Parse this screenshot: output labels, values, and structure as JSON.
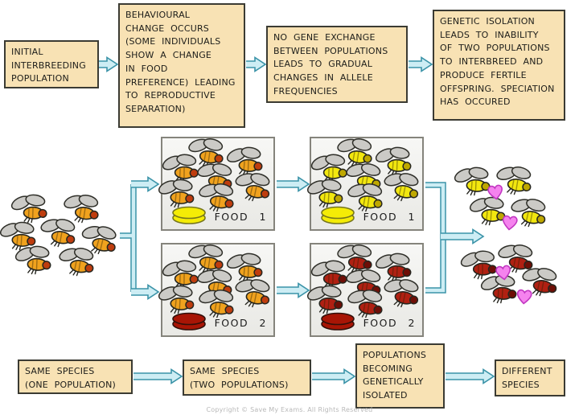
{
  "title": "Sympatric speciation flow diagram",
  "colors": {
    "box_fill": "#F8E2B4",
    "box_border": "#3b3b33",
    "arrow_fill": "#CDEDF4",
    "arrow_border": "#3A93A8",
    "panel_fill": "#F2F2EF",
    "panel_border": "#85847c",
    "wing_gray": "#CBCAC6",
    "orange_fly": "#F0A21E",
    "yellow_fly": "#F2E70F",
    "red_fly": "#B02012",
    "heart_pink": "#F583EE",
    "food1_yellow": "#F4EC06",
    "food2_red": "#A81505"
  },
  "top_flow": [
    {
      "text": "INITIAL\nINTERBREEDING\nPOPULATION"
    },
    {
      "text": "BEHAVIOURAL\nCHANGE OCCURS\n(SOME INDIVIDUALS\nSHOW A CHANGE\nIN FOOD\nPREFERENCE) LEADING\nTO REPRODUCTIVE\nSEPARATION)"
    },
    {
      "text": "NO GENE EXCHANGE\nBETWEEN POPULATIONS\nLEADS TO GRADUAL\nCHANGES IN ALLELE\nFREQUENCIES"
    },
    {
      "text": "GENETIC ISOLATION\nLEADS TO INABILITY\nOF TWO POPULATIONS\nTO INTERBREED AND\nPRODUCE FERTILE\nOFFSPRING. SPECIATION\nHAS OCCURED"
    }
  ],
  "bottom_flow": [
    {
      "text": "SAME SPECIES\n(ONE POPULATION)"
    },
    {
      "text": "SAME SPECIES\n(TWO POPULATIONS)"
    },
    {
      "text": "POPULATIONS\nBECOMING\nGENETICALLY\nISOLATED"
    },
    {
      "text": "DIFFERENT\nSPECIES"
    }
  ],
  "middle": {
    "panels": [
      {
        "food_label": "FOOD 1",
        "fly_color": "orange",
        "food_type": "food1"
      },
      {
        "food_label": "FOOD 2",
        "fly_color": "orange",
        "food_type": "food2"
      },
      {
        "food_label": "FOOD 1",
        "fly_color": "yellow",
        "food_type": "food1"
      },
      {
        "food_label": "FOOD 2",
        "fly_color": "red",
        "food_type": "food2"
      }
    ]
  },
  "figure": {
    "arrows": [
      [
        123,
        80,
        146
      ],
      [
        306,
        80,
        330
      ],
      [
        508,
        80,
        537
      ],
      [
        344,
        229,
        384
      ],
      [
        344,
        361,
        384
      ],
      [
        548,
        294,
        601
      ],
      [
        163,
        229,
        197
      ],
      [
        163,
        363,
        197
      ],
      [
        166,
        468,
        226
      ],
      [
        388,
        468,
        441
      ],
      [
        554,
        468,
        614
      ]
    ],
    "brackets": [
      "M166,229 L166,363 M149,293 L166,293",
      "M529,230 L551,230 L551,361 L529,361"
    ],
    "fly_groups": [
      {
        "color": "orange",
        "name": "initial-population-flies",
        "flies": [
          [
            38,
            258,
            -4
          ],
          [
            103,
            258,
            3
          ],
          [
            24,
            292,
            -2
          ],
          [
            74,
            288,
            5
          ],
          [
            125,
            297,
            8
          ],
          [
            43,
            322,
            -3
          ],
          [
            97,
            324,
            4
          ]
        ]
      },
      {
        "color": "orange",
        "name": "food1-initial-flies",
        "flies": [
          [
            258,
            188,
            3
          ],
          [
            306,
            199,
            -3
          ],
          [
            226,
            208,
            -5
          ],
          [
            269,
            219,
            4
          ],
          [
            316,
            231,
            6
          ],
          [
            221,
            239,
            -2
          ],
          [
            271,
            244,
            3
          ]
        ]
      },
      {
        "color": "orange",
        "name": "food2-initial-flies",
        "flies": [
          [
            258,
            320,
            3
          ],
          [
            306,
            331,
            -3
          ],
          [
            226,
            340,
            -5
          ],
          [
            269,
            351,
            4
          ],
          [
            316,
            363,
            6
          ],
          [
            221,
            371,
            -2
          ],
          [
            271,
            376,
            3
          ]
        ]
      },
      {
        "color": "yellow",
        "name": "food1-adapted-flies",
        "flies": [
          [
            443,
            188,
            3
          ],
          [
            491,
            199,
            -3
          ],
          [
            411,
            208,
            -5
          ],
          [
            454,
            219,
            4
          ],
          [
            501,
            231,
            6
          ],
          [
            406,
            239,
            -2
          ],
          [
            456,
            244,
            3
          ]
        ]
      },
      {
        "color": "red",
        "name": "food2-adapted-flies",
        "flies": [
          [
            443,
            320,
            3
          ],
          [
            491,
            331,
            -3
          ],
          [
            411,
            340,
            -5
          ],
          [
            454,
            351,
            4
          ],
          [
            501,
            363,
            6
          ],
          [
            406,
            371,
            -2
          ],
          [
            456,
            376,
            3
          ]
        ]
      },
      {
        "color": "yellow",
        "name": "yellow-mating-flies",
        "flies": [
          [
            589,
            224,
            -3
          ],
          [
            641,
            223,
            4
          ],
          [
            608,
            261,
            -2
          ],
          [
            659,
            263,
            5
          ]
        ]
      },
      {
        "color": "red",
        "name": "red-mating-flies",
        "flies": [
          [
            597,
            328,
            -6
          ],
          [
            643,
            320,
            4
          ],
          [
            622,
            358,
            -3
          ],
          [
            673,
            349,
            5
          ]
        ]
      }
    ],
    "hearts": [
      [
        616,
        238,
        -8
      ],
      [
        634,
        276,
        6
      ],
      [
        626,
        338,
        -8
      ],
      [
        652,
        368,
        5
      ]
    ]
  },
  "footer": {
    "copyright": "Copyright © Save My Exams. All Rights Reserved"
  }
}
